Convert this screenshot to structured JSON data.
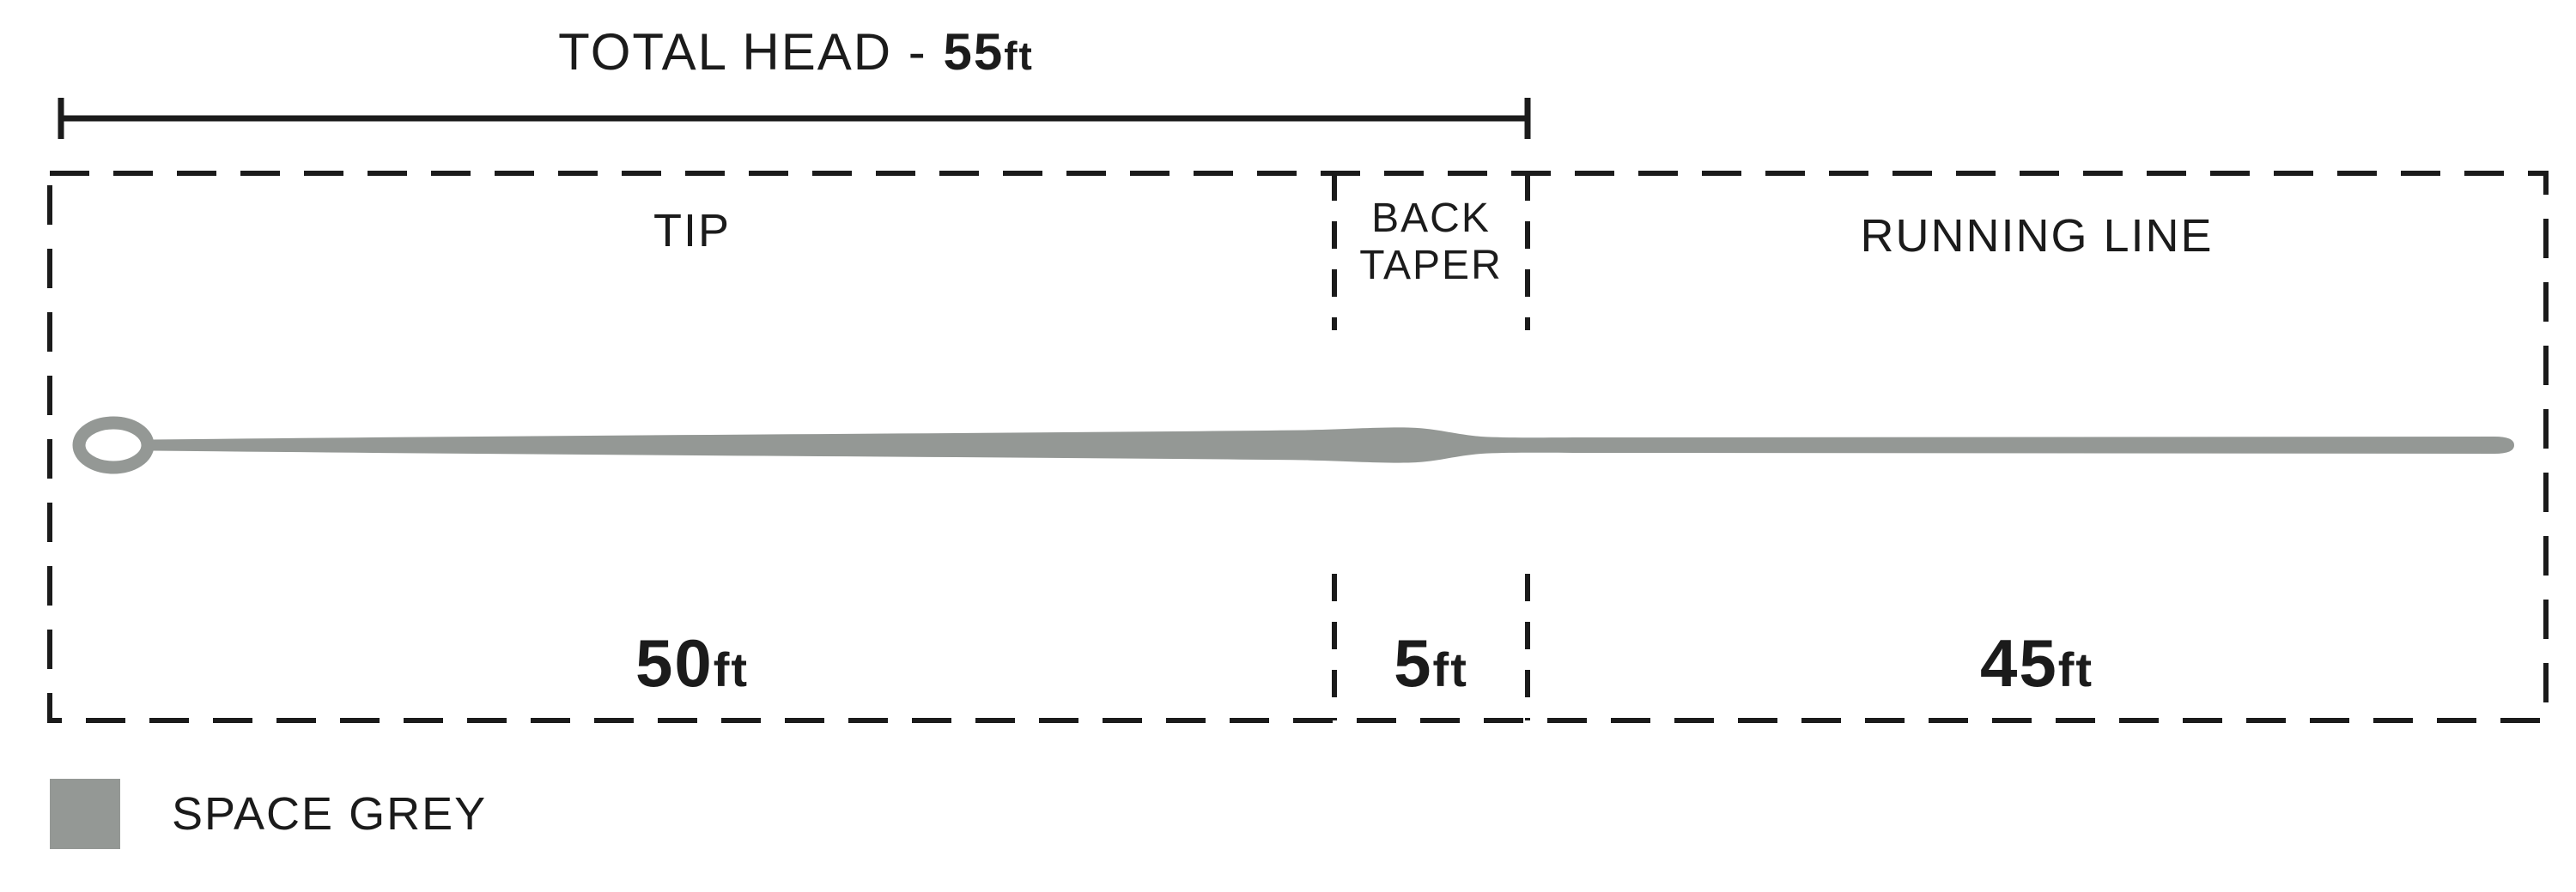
{
  "diagram": {
    "title": {
      "prefix": "TOTAL HEAD - ",
      "value": "55",
      "unit": "ft"
    },
    "sections": {
      "tip": {
        "label": "TIP",
        "value": "50",
        "unit": "ft"
      },
      "back_taper": {
        "label": "BACK\nTAPER",
        "value": "5",
        "unit": "ft"
      },
      "running_line": {
        "label": "RUNNING LINE",
        "value": "45",
        "unit": "ft"
      }
    },
    "legend": {
      "label": "SPACE GREY"
    },
    "colors": {
      "line": "#949895",
      "text": "#1b1b1b"
    }
  }
}
